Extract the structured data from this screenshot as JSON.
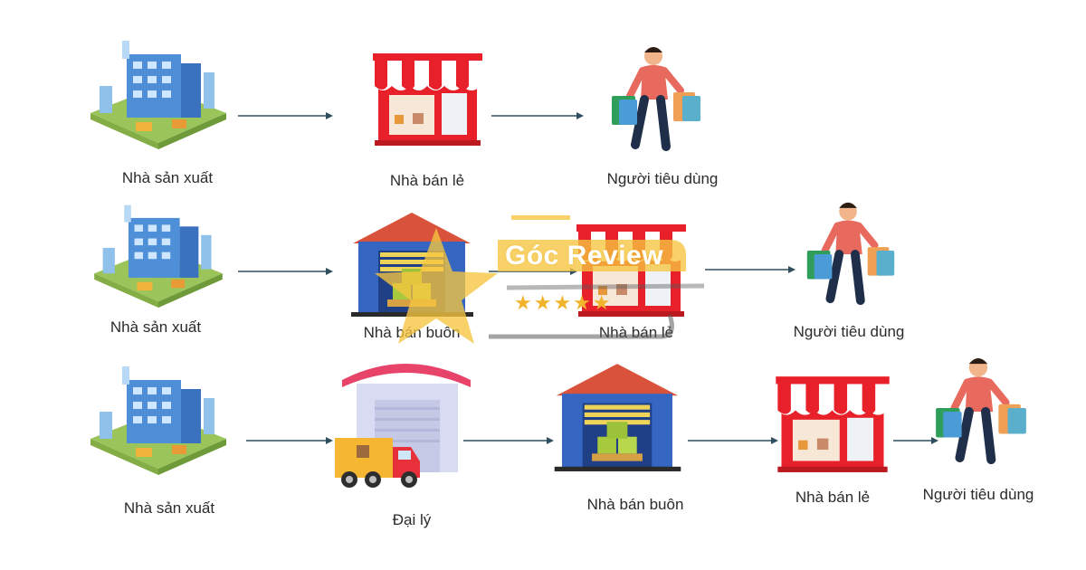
{
  "rows": [
    {
      "nodes": [
        {
          "icon": "factory-icon",
          "label": "Nhà sản xuất"
        },
        {
          "icon": "retail-store-icon",
          "label": "Nhà bán lẻ"
        },
        {
          "icon": "shopper-icon",
          "label": "Người tiêu dùng"
        }
      ]
    },
    {
      "nodes": [
        {
          "icon": "factory-icon",
          "label": "Nhà sản xuất"
        },
        {
          "icon": "warehouse-icon",
          "label": "Nhà bán buôn"
        },
        {
          "icon": "retail-store-icon",
          "label": "Nhà bán lẻ"
        },
        {
          "icon": "shopper-icon",
          "label": "Người tiêu dùng"
        }
      ]
    },
    {
      "nodes": [
        {
          "icon": "factory-icon",
          "label": "Nhà sản xuất"
        },
        {
          "icon": "agent-truck-icon",
          "label": "Đại lý"
        },
        {
          "icon": "warehouse-icon",
          "label": "Nhà bán buôn"
        },
        {
          "icon": "retail-store-icon",
          "label": "Nhà bán lẻ"
        },
        {
          "icon": "shopper-icon",
          "label": "Người tiêu dùng"
        }
      ]
    }
  ],
  "watermark": {
    "text": "Góc Review",
    "stars": "★★★★★"
  },
  "colors": {
    "arrow": "#2f4f5f",
    "awning_red": "#e8202a",
    "warehouse_roof": "#d9533c",
    "warehouse_wall": "#3566c2",
    "watermark_yellow": "#f7c640"
  }
}
